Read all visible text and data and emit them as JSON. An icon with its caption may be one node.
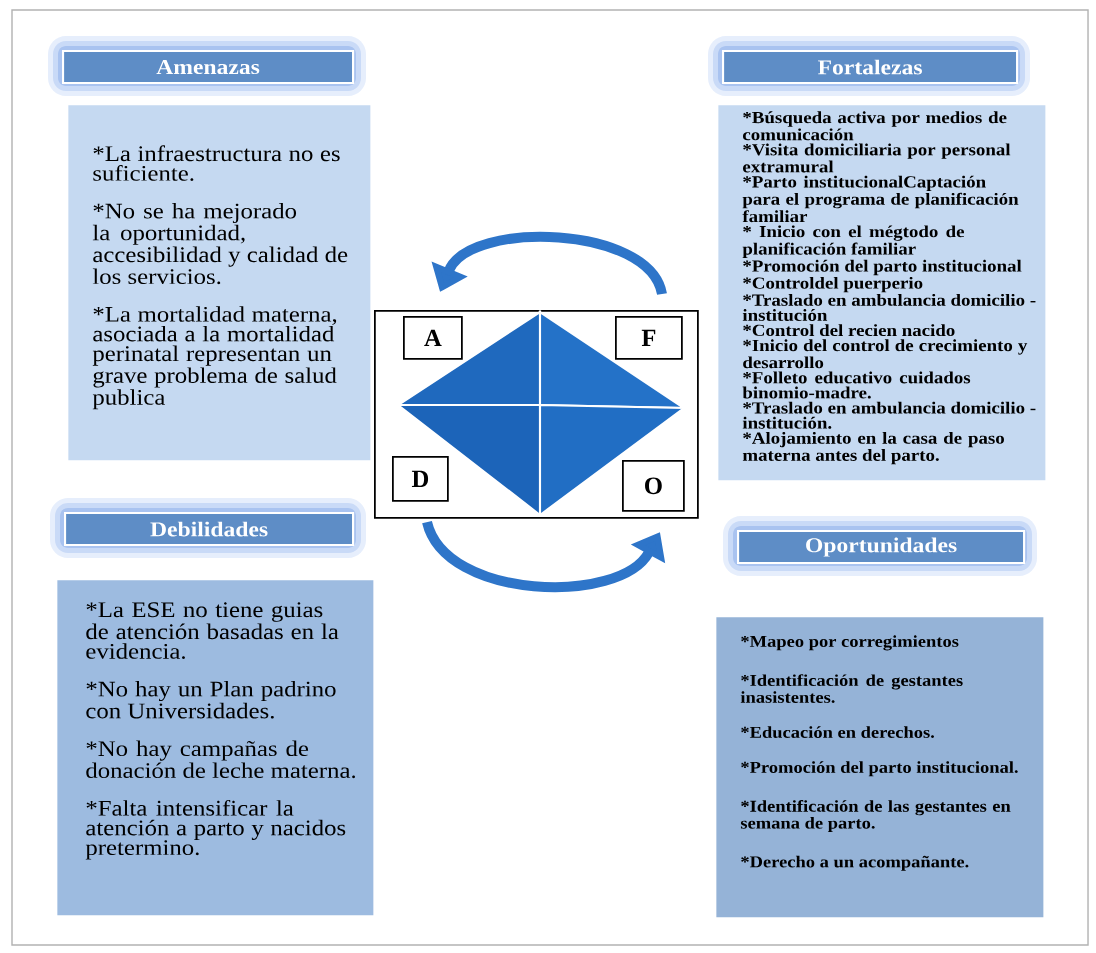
{
  "diagram": {
    "nodes": [
      {
        "text": [
          "Amenazas"
        ]
      },
      {
        "text": [
          "*La infraestructura no es suficiente.",
          "*No se ha mejorado la oportunidad, accesibilidad y calidad de los servicios.",
          "*La mortalidad materna, asociada a la mortalidad perinatal representan un grave problema de salud publica"
        ]
      },
      {
        "text": [
          "Fortalezas"
        ]
      },
      {
        "text": [
          "*Búsqueda activa por medios de comunicación",
          "*Visita domiciliaria por personal extramural",
          "*Parto institucionalCaptación para el programa de planificación familiar",
          "* Inicio con el mégtodo de planificación familiar",
          "*Promoción del parto institucional",
          "*Controldel puerperio",
          "*Traslado en ambulancia domicilio -  institución",
          "*Control del recien nacido",
          "*Inicio del control de crecimiento y desarrollo",
          "*Folleto educativo cuidados binomio-madre.",
          "*Traslado en ambulancia domicilio -  institución.",
          "*Alojamiento en la casa de paso materna antes del parto."
        ]
      },
      {
        "text": [],
        "shape": "box"
      },
      {
        "text": [
          "A"
        ],
        "in": 4
      },
      {
        "text": [
          "F"
        ],
        "in": 4
      },
      {
        "text": [
          "D"
        ],
        "in": 4
      },
      {
        "text": [
          "O"
        ],
        "in": 4
      },
      {
        "text": [
          "Debilidades"
        ]
      },
      {
        "text": [
          "*La ESE no tiene guias de atención basadas en la evidencia.",
          "*No hay un Plan padrino con Universidades.",
          "*No hay campañas de donación de leche materna.",
          "*Falta intensificar la atención a parto y nacidos pretermino."
        ]
      },
      {
        "text": [
          "Oportunidades"
        ]
      },
      {
        "text": [
          "*Mapeo por corregimientos",
          "*Identificación de gestantes inasistentes.",
          "*Educación en derechos.",
          "*Promoción del parto institucional.",
          "*Identificación de  las gestantes en semana de parto.",
          "*Derecho a un acompañante."
        ]
      }
    ]
  }
}
